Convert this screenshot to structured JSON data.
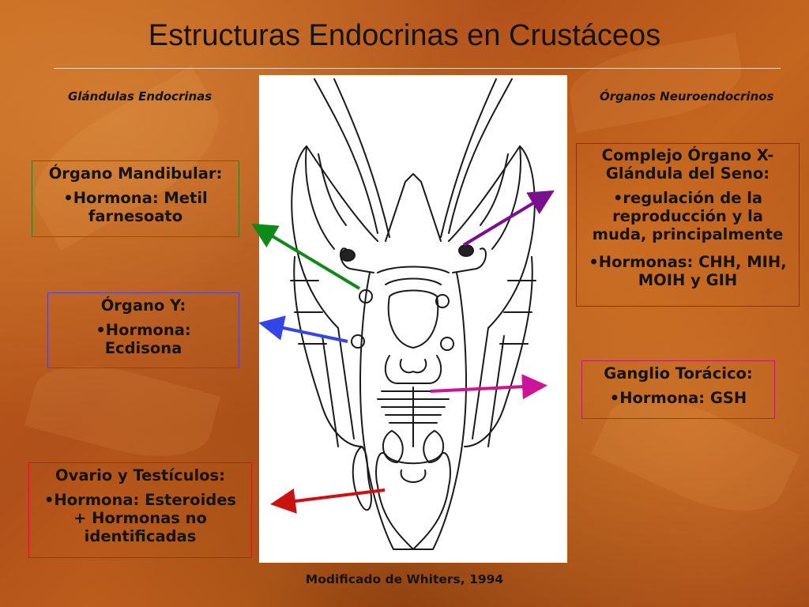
{
  "title": "Estructuras Endocrinas en Crustáceos",
  "headers": {
    "left": "Glándulas Endocrinas",
    "right": "Órganos Neuroendocrinos"
  },
  "boxes": {
    "mandibular": {
      "title": "Órgano Mandibular:",
      "lines": [
        "•Hormona: Metil farnesoato"
      ],
      "color": "#2e7d1f"
    },
    "organo_y": {
      "title": "Órgano Y:",
      "lines": [
        "•Hormona: Ecdisona"
      ],
      "color": "#5a3fc0"
    },
    "ovario": {
      "title": "Ovario y Testículos:",
      "lines": [
        "•Hormona: Esteroides + Hormonas no identificadas"
      ],
      "color": "#d01818"
    },
    "complejo": {
      "title": "Complejo Órgano X-Glándula del Seno:",
      "lines": [
        "•regulación de la reproducción y la muda, principalmente",
        "•Hormonas: CHH, MIH, MOIH y GIH"
      ],
      "color": "#9a1a62"
    },
    "ganglio": {
      "title": "Ganglio Torácico:",
      "lines": [
        "•Hormona: GSH"
      ],
      "color": "#c0186a"
    }
  },
  "arrow_colors": {
    "mandibular": "#0f8a18",
    "organo_y": "#3344e8",
    "ovario": "#cc1111",
    "complejo": "#7a1090",
    "ganglio": "#cc1499"
  },
  "caption": "Modificado de Whiters, 1994"
}
